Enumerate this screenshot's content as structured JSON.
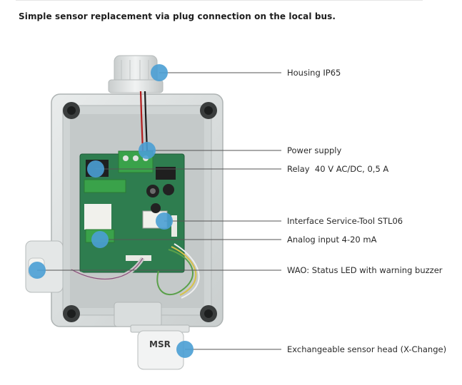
{
  "heading": "Simple sensor replacement via plug connection on the local bus.",
  "callouts": [
    {
      "label": "Housing IP65"
    },
    {
      "label": "Power supply"
    },
    {
      "label": "Relay  40 V AC/DC, 0,5 A"
    },
    {
      "label": "Interface Service-Tool STL06"
    },
    {
      "label": "Analog input 4-20 mA"
    },
    {
      "label": "WAO: Status LED with warning buzzer"
    },
    {
      "label": "Exchangeable sensor head (X-Change)"
    }
  ],
  "sensor_head": {
    "brand": "MSR"
  },
  "colors": {
    "marker": "#4a9fd4",
    "pcb": "#2e7d4f",
    "housing": "#d8dcdc",
    "leader_line": "#555555"
  }
}
